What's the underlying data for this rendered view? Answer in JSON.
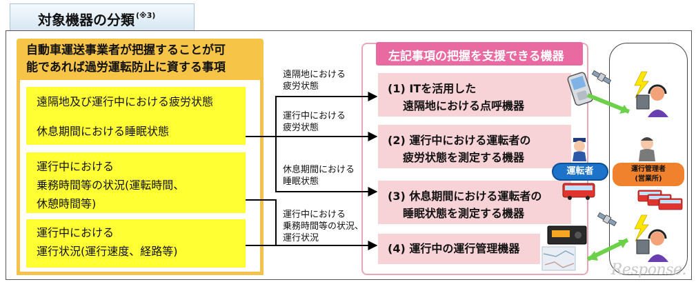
{
  "title": {
    "text": "対象機器の分類",
    "note": "(※3)"
  },
  "left": {
    "header_line1": "自動車運送事業者が把握することが可",
    "header_line2": "能であれば過労運転防止に資する事項",
    "boxes": [
      {
        "line1": "遠隔地及び運行中における疲労状態",
        "line2": "休息期間における睡眠状態"
      },
      {
        "line1": "運行中における",
        "line2": "乗務時間等の状況(運転時間、",
        "line3": "休憩時間等)"
      },
      {
        "line1": "運行中における",
        "line2": "運行状況(運行速度、経路等)"
      }
    ]
  },
  "connectors": [
    {
      "line1": "遠隔地における",
      "line2": "疲労状態"
    },
    {
      "line1": "運行中における",
      "line2": "疲労状態"
    },
    {
      "line1": "休息期間における",
      "line2": "睡眠状態"
    },
    {
      "line1": "運行中における",
      "line2": "乗務時間等の状況、",
      "line3": "運行状況"
    }
  ],
  "right": {
    "header": "左記事項の把握を支援できる機器",
    "devices": [
      {
        "line1": "(1) ITを活用した",
        "line2": "遠隔地における点呼機器"
      },
      {
        "line1": "(2) 運行中における運転者の",
        "line2": "疲労状態を測定する機器"
      },
      {
        "line1": "(3) 休息期間における運転者の",
        "line2": "睡眠状態を測定する機器"
      },
      {
        "line1": "(4) 運行中の運行管理機器"
      }
    ]
  },
  "badges": {
    "driver": "運転者",
    "manager_line1": "運行管理者",
    "manager_line2": "(営業所)"
  },
  "watermark": "Response.",
  "colors": {
    "yellow": "#ffff33",
    "gold": "#f4c24a",
    "pink": "#f7d2d7",
    "magenta": "#e96aa0",
    "blue": "#1c73c9",
    "orange": "#f0822d",
    "green": "#7ed957"
  }
}
